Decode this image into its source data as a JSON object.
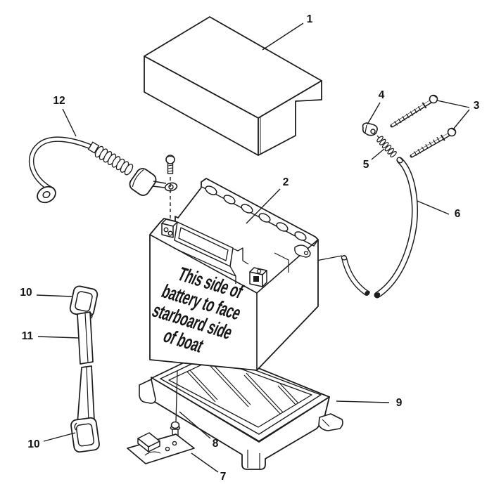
{
  "figure": {
    "kind": "exploded-parts-diagram",
    "subject": "battery-assembly",
    "colors": {
      "background": "#ffffff",
      "line": "#1d1d1d",
      "text": "#141414"
    }
  },
  "battery_label": {
    "lines": [
      "This side of",
      "battery to face",
      "starboard side",
      "of boat"
    ]
  },
  "callouts": [
    {
      "number": "1",
      "part": "battery-cover"
    },
    {
      "number": "2",
      "part": "battery"
    },
    {
      "number": "3",
      "part": "mounting-screws"
    },
    {
      "number": "4",
      "part": "terminal-cap"
    },
    {
      "number": "5",
      "part": "spring"
    },
    {
      "number": "6",
      "part": "vent-hose"
    },
    {
      "number": "7",
      "part": "hold-down-bracket"
    },
    {
      "number": "8",
      "part": "bracket-screw"
    },
    {
      "number": "9",
      "part": "battery-tray"
    },
    {
      "number": "10",
      "part": "strap-hook-upper"
    },
    {
      "number": "11",
      "part": "strap"
    },
    {
      "number": "10",
      "part": "strap-hook-lower"
    },
    {
      "number": "12",
      "part": "battery-cable"
    }
  ]
}
